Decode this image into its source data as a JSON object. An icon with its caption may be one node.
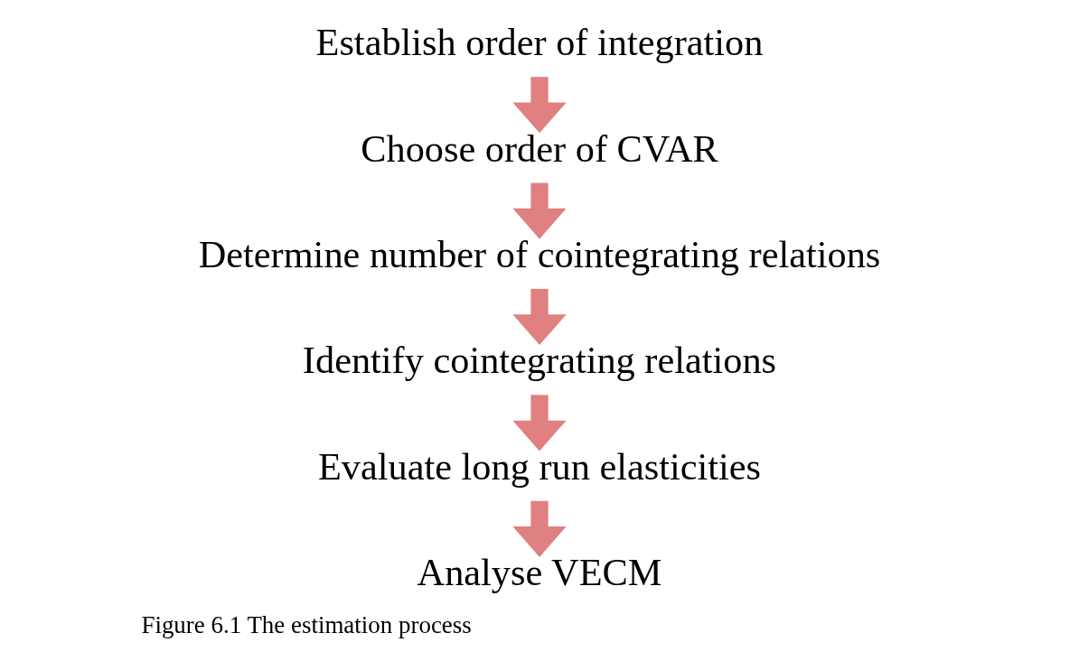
{
  "diagram": {
    "caption": "Figure 6.1 The estimation process",
    "nodes": [
      {
        "text": [
          "Establish order of integration"
        ]
      },
      {
        "text": [
          "Choose order of CVAR"
        ]
      },
      {
        "text": [
          "Determine number of cointegrating relations"
        ]
      },
      {
        "text": [
          "Identify cointegrating relations"
        ]
      },
      {
        "text": [
          "Evaluate long run elasticities"
        ]
      },
      {
        "text": [
          "Analyse VECM"
        ]
      }
    ],
    "edges": [
      {
        "from": 0,
        "to": 1,
        "arrow": "to"
      },
      {
        "from": 1,
        "to": 2,
        "arrow": "to"
      },
      {
        "from": 2,
        "to": 3,
        "arrow": "to"
      },
      {
        "from": 3,
        "to": 4,
        "arrow": "to"
      },
      {
        "from": 4,
        "to": 5,
        "arrow": "to"
      }
    ]
  }
}
